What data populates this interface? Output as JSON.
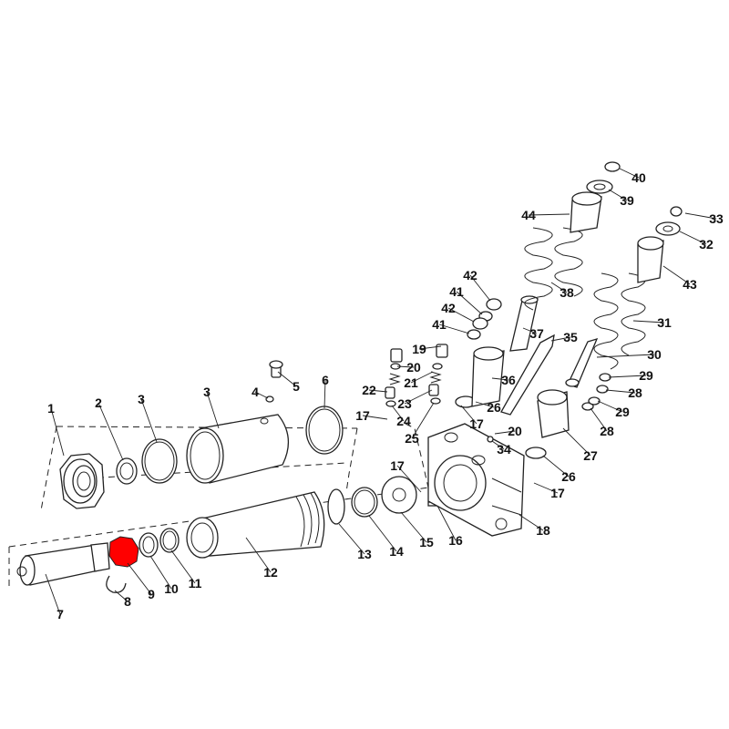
{
  "diagram": {
    "highlight_color": "#ff0000",
    "highlighted_part": "9",
    "callouts": [
      "1",
      "2",
      "3",
      "3",
      "4",
      "5",
      "6",
      "7",
      "8",
      "9",
      "10",
      "11",
      "12",
      "13",
      "14",
      "15",
      "16",
      "17",
      "17",
      "17",
      "17",
      "18",
      "19",
      "20",
      "20",
      "21",
      "22",
      "23",
      "24",
      "25",
      "26",
      "26",
      "27",
      "28",
      "28",
      "29",
      "29",
      "30",
      "31",
      "32",
      "33",
      "34",
      "35",
      "36",
      "37",
      "38",
      "39",
      "40",
      "41",
      "41",
      "42",
      "42",
      "43",
      "44"
    ]
  }
}
